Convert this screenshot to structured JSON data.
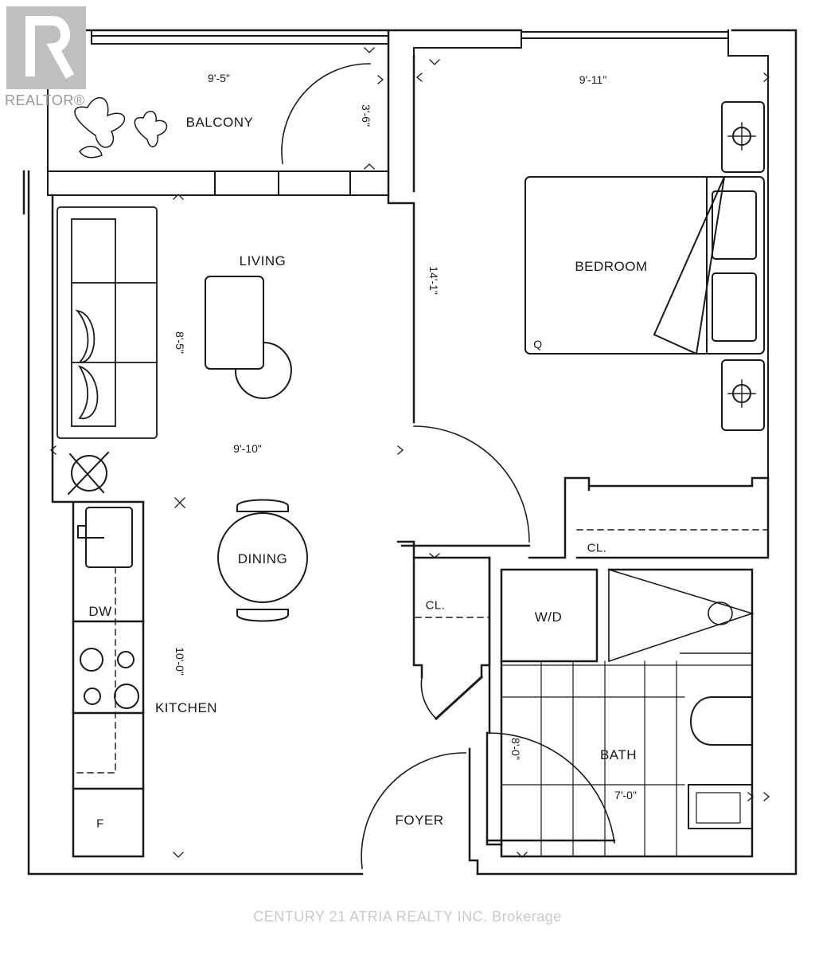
{
  "brand": {
    "logo_text": "REALTOR®",
    "logo_icon": "realtor-r-icon",
    "logo_color": "#bfbfbf"
  },
  "footer": {
    "text": "CENTURY 21 ATRIA REALTY INC. Brokerage"
  },
  "rooms": {
    "balcony": "BALCONY",
    "living": "LIVING",
    "bedroom": "BEDROOM",
    "dining": "DINING",
    "kitchen": "KITCHEN",
    "bath": "BATH",
    "foyer": "FOYER",
    "closet_bedroom": "CL.",
    "closet_hall": "CL.",
    "washer_dryer": "W/D",
    "dishwasher": "DW",
    "fridge": "F",
    "bed_size": "Q"
  },
  "dimensions": {
    "balcony_width": "9'-5\"",
    "balcony_depth": "3'-6\"",
    "bedroom_width": "9'-11\"",
    "bedroom_length": "14'-1\"",
    "living_depth": "8'-5\"",
    "living_width": "9'-10\"",
    "kitchen_length": "10'-0\"",
    "bath_length": "8'-0\"",
    "bath_width": "7'-0\""
  },
  "colors": {
    "line": "#1a1a1a",
    "background": "#ffffff",
    "footer": "#c9c9c9"
  }
}
